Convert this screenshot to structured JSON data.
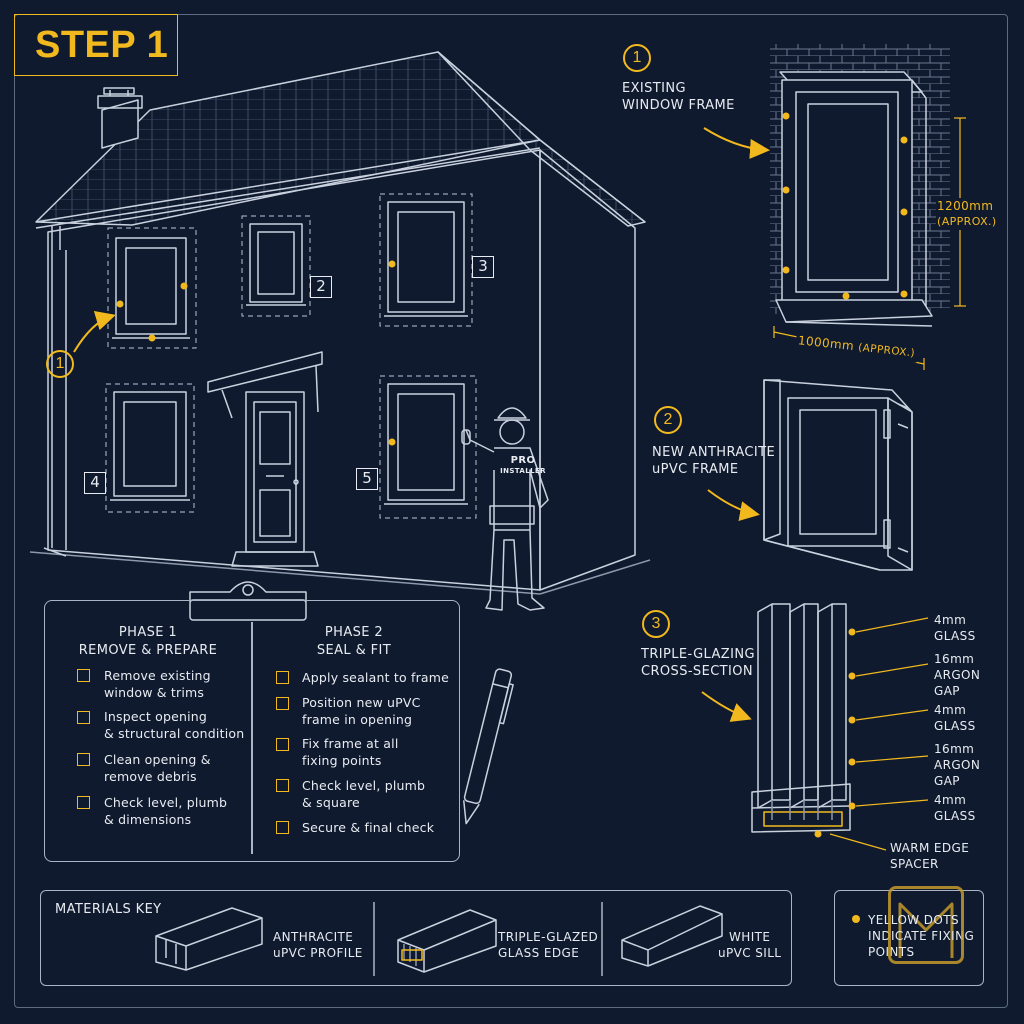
{
  "title": "STEP 1",
  "house": {
    "callout_number": "1",
    "window_tags": [
      "2",
      "3",
      "4",
      "5"
    ],
    "installer_badge_line1": "PRO",
    "installer_badge_line2": "INSTALLER"
  },
  "details": [
    {
      "number": "1",
      "line1": "EXISTING",
      "line2": "WINDOW FRAME"
    },
    {
      "number": "2",
      "line1": "NEW ANTHRACITE",
      "line2": "uPVC FRAME"
    },
    {
      "number": "3",
      "line1": "TRIPLE-GLAZING",
      "line2": "CROSS-SECTION"
    }
  ],
  "dimensions": {
    "height_value": "1200mm",
    "height_note": "(APPROX.)",
    "width_value": "1000mm",
    "width_note": "(APPROX.)"
  },
  "glazing_layers": [
    {
      "line1": "4mm",
      "line2": "GLASS",
      "line3": ""
    },
    {
      "line1": "16mm",
      "line2": "ARGON",
      "line3": "GAP"
    },
    {
      "line1": "4mm",
      "line2": "GLASS",
      "line3": ""
    },
    {
      "line1": "16mm",
      "line2": "ARGON",
      "line3": "GAP"
    },
    {
      "line1": "4mm",
      "line2": "GLASS",
      "line3": ""
    }
  ],
  "spacer_label": {
    "line1": "WARM EDGE",
    "line2": "SPACER"
  },
  "checklist": {
    "phase1": {
      "title": "PHASE 1",
      "subtitle": "REMOVE & PREPARE",
      "items": [
        {
          "line1": "Remove existing",
          "line2": "window & trims"
        },
        {
          "line1": "Inspect opening",
          "line2": "& structural condition"
        },
        {
          "line1": "Clean opening &",
          "line2": "remove debris"
        },
        {
          "line1": "Check level, plumb",
          "line2": "& dimensions"
        }
      ]
    },
    "phase2": {
      "title": "PHASE 2",
      "subtitle": "SEAL & FIT",
      "items": [
        {
          "line1": "Apply sealant to frame",
          "line2": ""
        },
        {
          "line1": "Position new uPVC",
          "line2": "frame in opening"
        },
        {
          "line1": "Fix frame at all",
          "line2": "fixing points"
        },
        {
          "line1": "Check level, plumb",
          "line2": "& square"
        },
        {
          "line1": "Secure & final check",
          "line2": ""
        }
      ]
    }
  },
  "materials": {
    "title": "MATERIALS KEY",
    "items": [
      {
        "line1": "ANTHRACITE",
        "line2": "uPVC PROFILE"
      },
      {
        "line1": "TRIPLE-GLAZED",
        "line2": "GLASS EDGE"
      },
      {
        "line1": "WHITE",
        "line2": "uPVC SILL"
      }
    ]
  },
  "legend": {
    "line1": "YELLOW DOTS",
    "line2": "INDICATE FIXING",
    "line3": "POINTS"
  },
  "colors": {
    "accent": "#f2b91e",
    "background": "#0f1a2e",
    "line": "#c9d1de"
  }
}
